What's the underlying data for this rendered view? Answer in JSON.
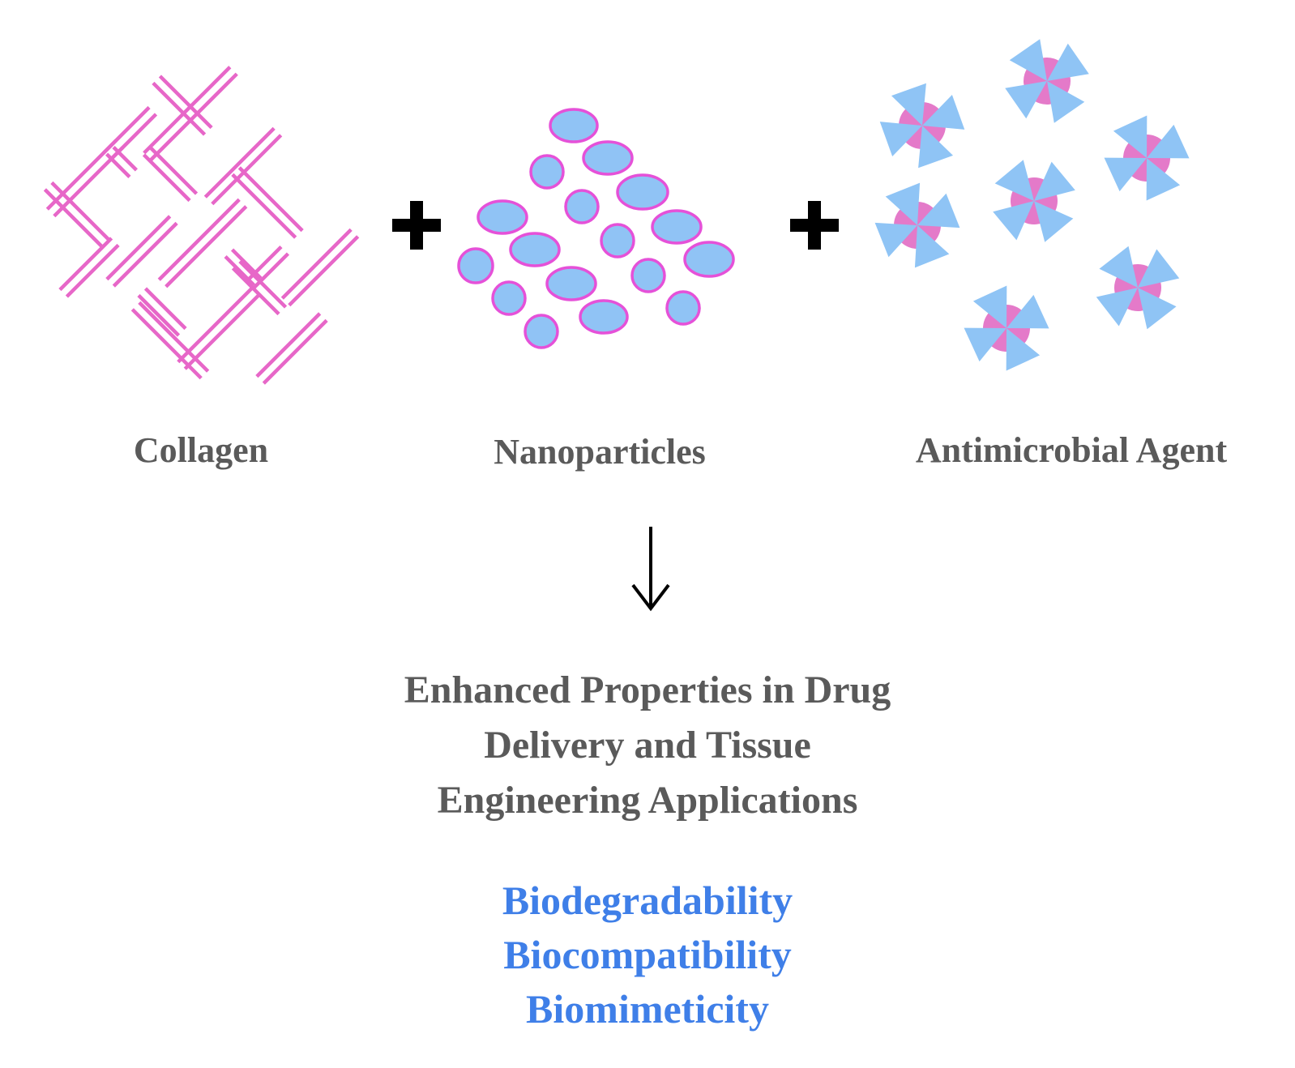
{
  "components": {
    "collagen": "Collagen",
    "nanoparticles": "Nanoparticles",
    "antimicrobial": "Antimicrobial Agent"
  },
  "result": {
    "lines": [
      "Enhanced Properties in Drug",
      "Delivery and Tissue",
      "Engineering Applications"
    ]
  },
  "properties": [
    "Biodegradability",
    "Biocompatibility",
    "Biomimeticity"
  ],
  "colors": {
    "fiber_pink": "#e767c8",
    "particle_fill": "#90c3f5",
    "particle_outline": "#e551d8",
    "agent_core": "#e47ac9",
    "agent_blade": "#8fc4f5",
    "label_gray": "#5a5a5a",
    "property_blue": "#3f7fe8"
  }
}
